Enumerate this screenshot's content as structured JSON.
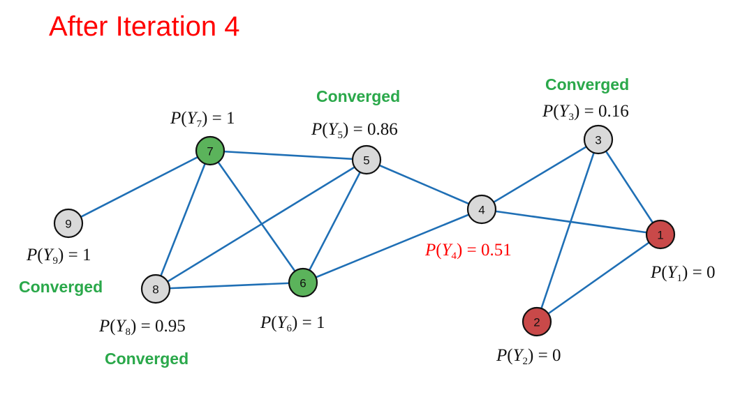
{
  "title": "After Iteration 4",
  "colors": {
    "title": "#ff0000",
    "edge": "#1f6fb5",
    "converged": "#2aa84a",
    "node_green": "#5bb35b",
    "node_gray": "#d9d9d9",
    "node_red": "#c94949",
    "highlight": "#ff0000"
  },
  "converged_label": "Converged",
  "nodes": [
    {
      "id": "1",
      "fill": "node_red",
      "prob_var": "Y",
      "prob_sub": "1",
      "prob_value": "0",
      "highlight": false
    },
    {
      "id": "2",
      "fill": "node_red",
      "prob_var": "Y",
      "prob_sub": "2",
      "prob_value": "0",
      "highlight": false
    },
    {
      "id": "3",
      "fill": "node_gray",
      "prob_var": "Y",
      "prob_sub": "3",
      "prob_value": "0.16",
      "highlight": false,
      "converged": true
    },
    {
      "id": "4",
      "fill": "node_gray",
      "prob_var": "Y",
      "prob_sub": "4",
      "prob_value": "0.51",
      "highlight": true
    },
    {
      "id": "5",
      "fill": "node_gray",
      "prob_var": "Y",
      "prob_sub": "5",
      "prob_value": "0.86",
      "highlight": false,
      "converged": true
    },
    {
      "id": "6",
      "fill": "node_green",
      "prob_var": "Y",
      "prob_sub": "6",
      "prob_value": "1",
      "highlight": false
    },
    {
      "id": "7",
      "fill": "node_green",
      "prob_var": "Y",
      "prob_sub": "7",
      "prob_value": "1",
      "highlight": false
    },
    {
      "id": "8",
      "fill": "node_gray",
      "prob_var": "Y",
      "prob_sub": "8",
      "prob_value": "0.95",
      "highlight": false,
      "converged": true
    },
    {
      "id": "9",
      "fill": "node_gray",
      "prob_var": "Y",
      "prob_sub": "9",
      "prob_value": "1",
      "highlight": false,
      "converged": true
    }
  ],
  "edges": [
    [
      "9",
      "7"
    ],
    [
      "7",
      "5"
    ],
    [
      "7",
      "8"
    ],
    [
      "7",
      "6"
    ],
    [
      "5",
      "8"
    ],
    [
      "5",
      "6"
    ],
    [
      "5",
      "4"
    ],
    [
      "8",
      "6"
    ],
    [
      "6",
      "4"
    ],
    [
      "4",
      "3"
    ],
    [
      "4",
      "1"
    ],
    [
      "3",
      "1"
    ],
    [
      "3",
      "2"
    ],
    [
      "2",
      "1"
    ]
  ]
}
